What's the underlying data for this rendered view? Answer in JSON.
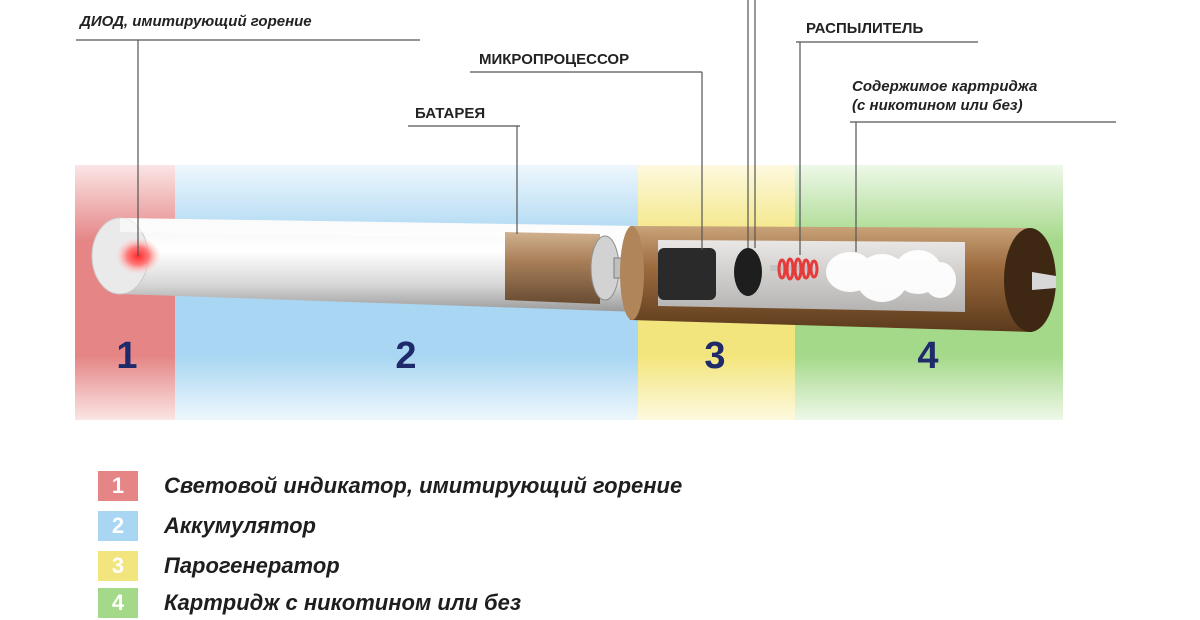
{
  "zones": [
    {
      "id": "1",
      "color": "#e58585"
    },
    {
      "id": "2",
      "color": "#a9d6f2"
    },
    {
      "id": "3",
      "color": "#f3e57d"
    },
    {
      "id": "4",
      "color": "#a5d98a"
    }
  ],
  "callouts": {
    "diode": "ДИОД, имитирующий горение",
    "battery": "БАТАРЕЯ",
    "microprocessor": "МИКРОПРОЦЕССОР",
    "atomizer": "РАСПЫЛИТЕЛЬ",
    "cartridge_line1": "Содержимое картриджа",
    "cartridge_line2": "(с никотином или без)"
  },
  "legend": [
    {
      "number": "1",
      "text": "Световой индикатор, имитирующий горение",
      "color": "#e58585"
    },
    {
      "number": "2",
      "text": "Аккумулятор",
      "color": "#a9d6f2"
    },
    {
      "number": "3",
      "text": "Парогенератор",
      "color": "#f3e57d"
    },
    {
      "number": "4",
      "text": "Картридж с никотином или без",
      "color": "#a5d98a"
    }
  ]
}
